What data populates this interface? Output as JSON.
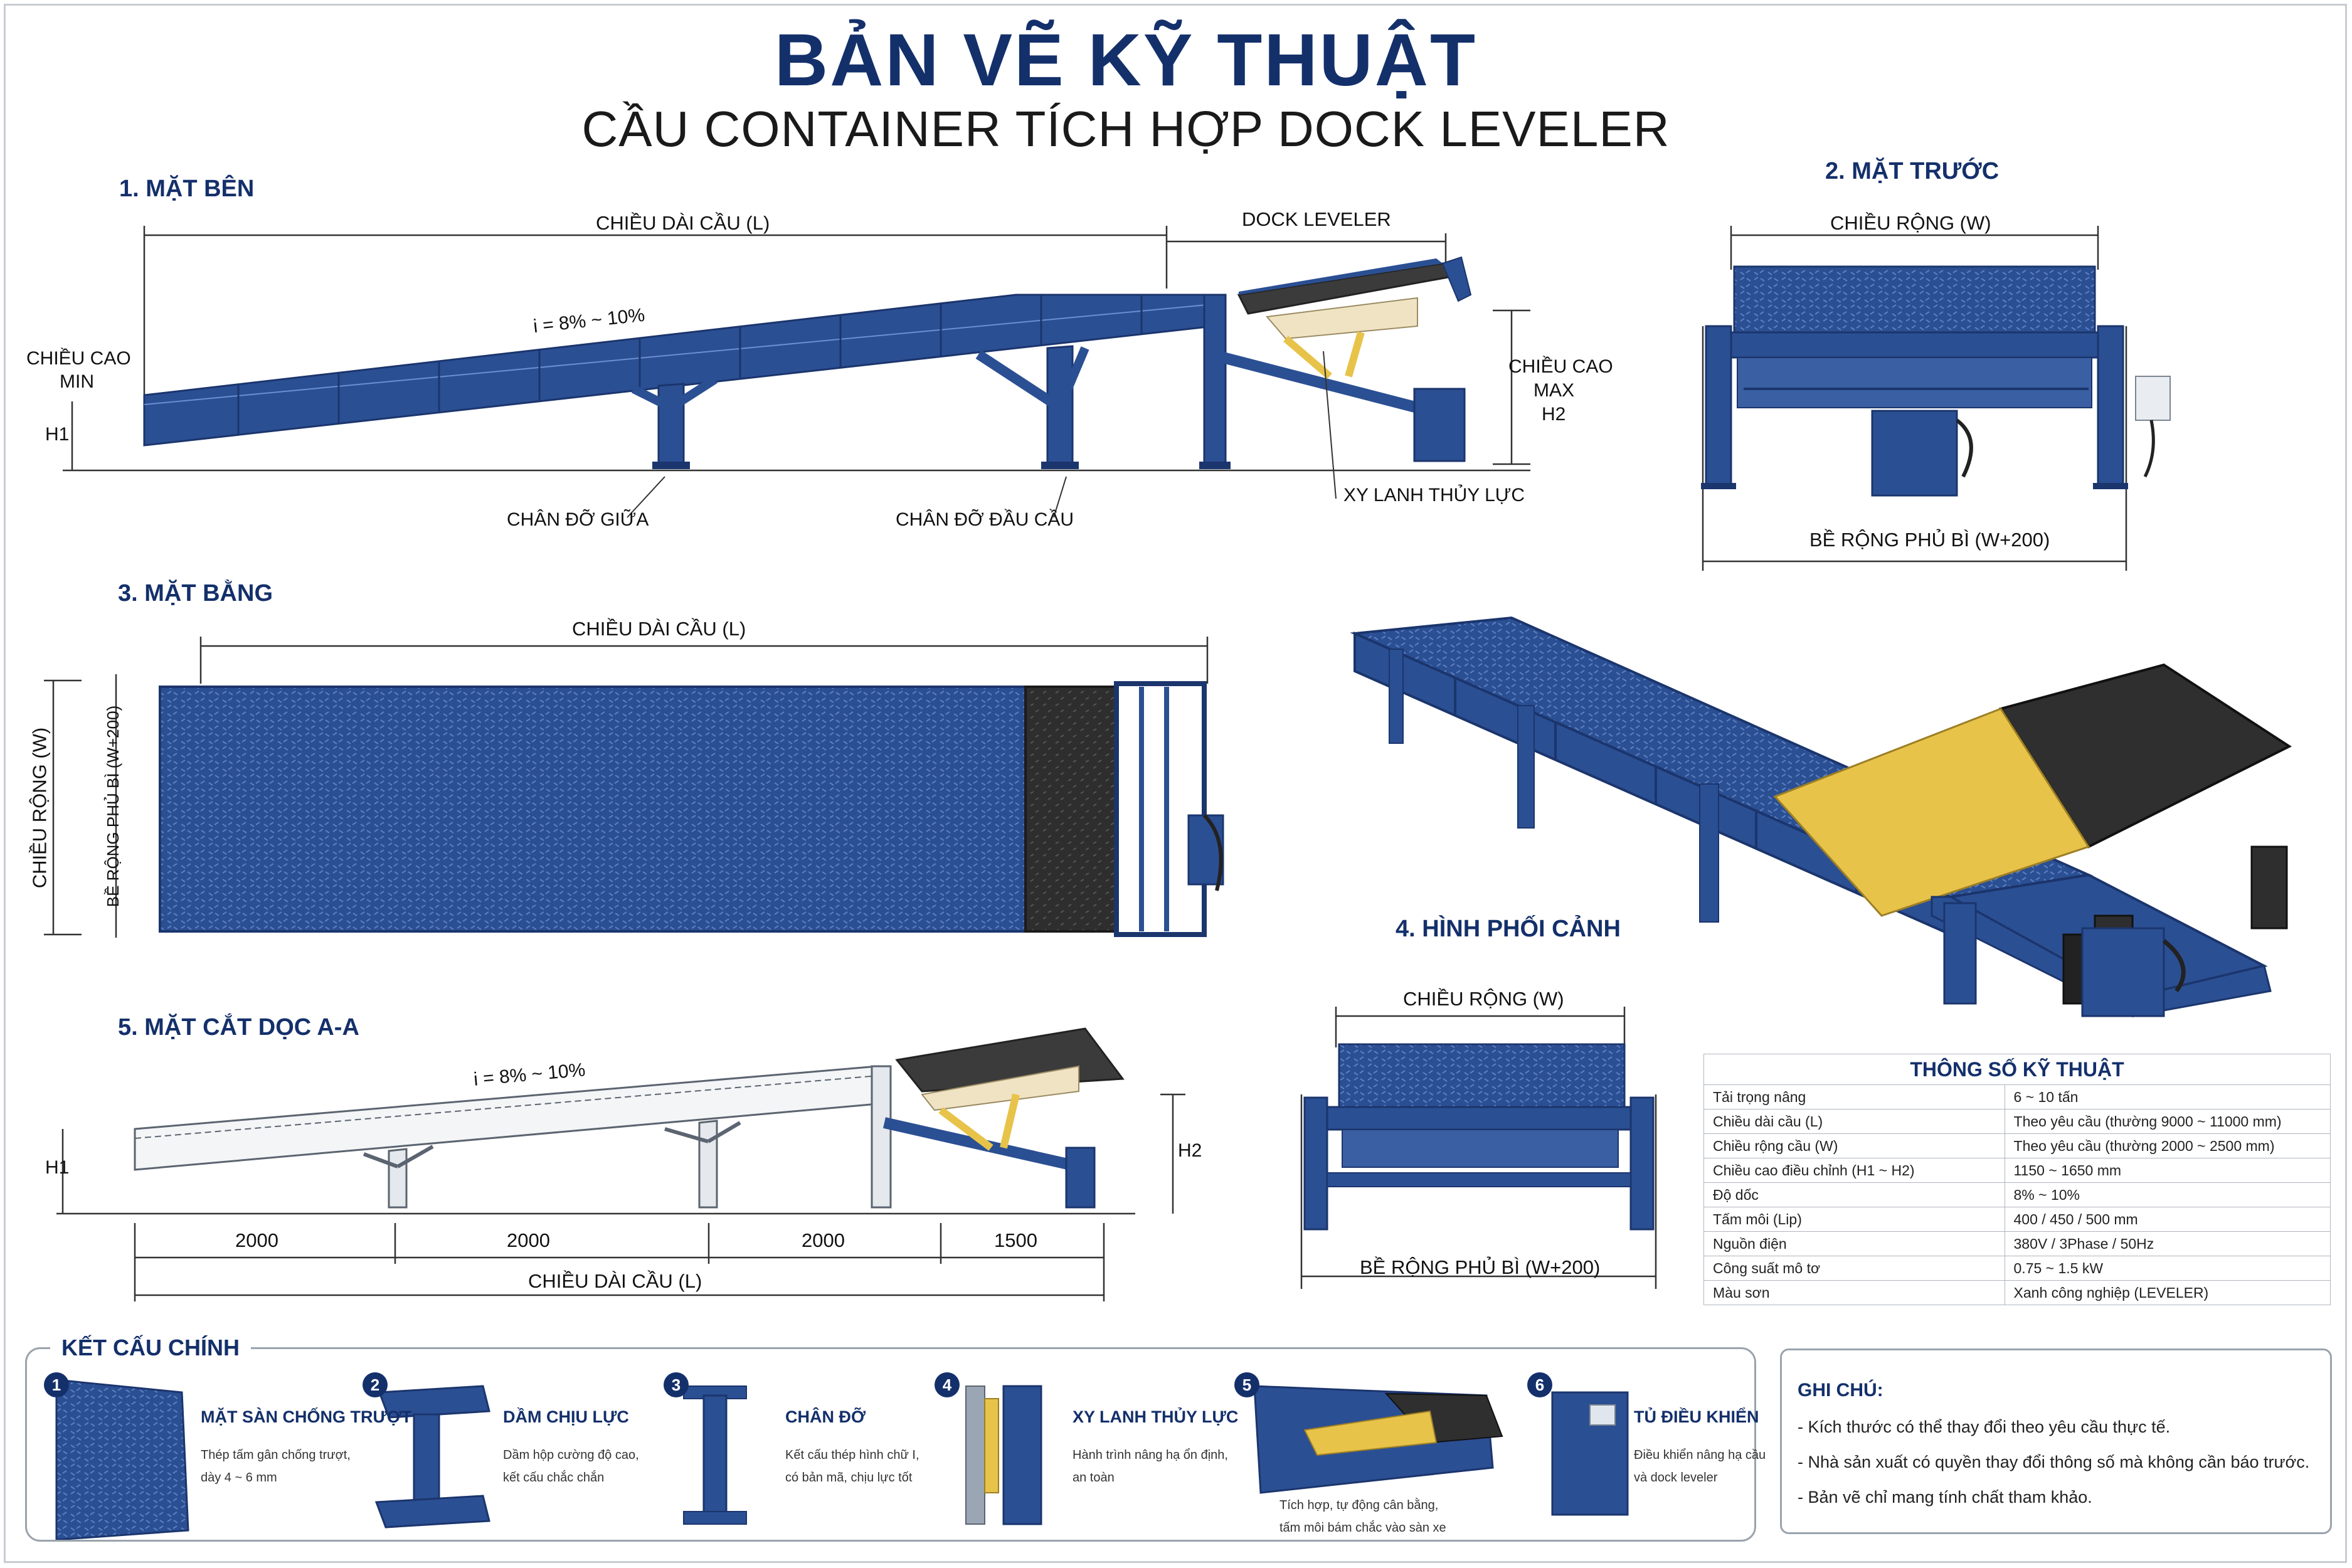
{
  "header": {
    "title": "BẢN VẼ KỸ THUẬT",
    "subtitle": "CẦU CONTAINER TÍCH HỢP DOCK LEVELER"
  },
  "colors": {
    "steel_blue": "#2b4f93",
    "deep_blue": "#14306b",
    "lip_black": "#2a2a2a",
    "cylinder_yellow": "#e8c34a",
    "plate_cream": "#efe3c4"
  },
  "side_view": {
    "heading": "1. MẶT BÊN",
    "length_label": "CHIỀU DÀI CẦU (L)",
    "dock_label": "DOCK LEVELER",
    "slope_label": "i = 8% ~ 10%",
    "min_height_label_1": "CHIỀU CAO",
    "min_height_label_2": "MIN",
    "h1_label": "H1",
    "max_height_label_1": "CHIỀU CAO",
    "max_height_label_2": "MAX",
    "h2_label": "H2",
    "mid_support_label": "CHÂN ĐỠ GIỮA",
    "end_support_label": "CHÂN ĐỠ ĐẦU CẦU",
    "cylinder_label": "XY LANH THỦY LỰC"
  },
  "front_view": {
    "heading": "2. MẶT TRƯỚC",
    "width_label": "CHIỀU RỘNG (W)",
    "overall_width_label": "BỀ RỘNG PHỦ BÌ (W+200)"
  },
  "plan_view": {
    "heading": "3. MẶT BẰNG",
    "length_label": "CHIỀU DÀI CẦU (L)",
    "width_label": "CHIỀU RỘNG (W)",
    "overall_width_label": "BỀ RỘNG PHỦ BÌ (W+200)"
  },
  "perspective_view": {
    "heading": "4. HÌNH PHỐI CẢNH",
    "width_label": "CHIỀU RỘNG (W)",
    "overall_width_label": "BỀ RỘNG PHỦ BÌ (W+200)"
  },
  "section_view": {
    "heading": "5. MẶT CẮT DỌC A-A",
    "slope_label": "i = 8% ~ 10%",
    "h1_label": "H1",
    "h2_label": "H2",
    "spans": [
      "2000",
      "2000",
      "2000",
      "1500"
    ],
    "length_label": "CHIỀU DÀI CẦU (L)"
  },
  "specs": {
    "title": "THÔNG SỐ KỸ THUẬT",
    "rows": [
      {
        "name": "Tải trọng nâng",
        "value": "6 ~ 10 tấn"
      },
      {
        "name": "Chiều dài cầu (L)",
        "value": "Theo yêu cầu (thường 9000 ~ 11000 mm)"
      },
      {
        "name": "Chiều rộng cầu (W)",
        "value": "Theo yêu cầu (thường 2000 ~ 2500 mm)"
      },
      {
        "name": "Chiều cao điều chỉnh (H1 ~ H2)",
        "value": "1150 ~ 1650 mm"
      },
      {
        "name": "Độ dốc",
        "value": "8% ~ 10%"
      },
      {
        "name": "Tấm môi (Lip)",
        "value": "400 / 450 / 500 mm"
      },
      {
        "name": "Nguồn điện",
        "value": "380V / 3Phase / 50Hz"
      },
      {
        "name": "Công suất mô tơ",
        "value": "0.75 ~ 1.5 kW"
      },
      {
        "name": "Màu sơn",
        "value": "Xanh công nghiệp (LEVELER)"
      }
    ]
  },
  "components": {
    "heading": "KẾT CẤU CHÍNH",
    "items": [
      {
        "num": "1",
        "title": "MẶT SÀN CHỐNG TRƯỢT",
        "desc_1": "Thép tấm gân chống trượt,",
        "desc_2": "dày 4 ~ 6 mm",
        "icon": "checker-plate-icon"
      },
      {
        "num": "2",
        "title": "DẦM CHỊU LỰC",
        "desc_1": "Dầm hộp cường độ cao,",
        "desc_2": "kết cấu chắc chắn",
        "icon": "i-beam-icon"
      },
      {
        "num": "3",
        "title": "CHÂN ĐỠ",
        "desc_1": "Kết cấu thép hình chữ I,",
        "desc_2": "có bản mã, chịu lực tốt",
        "icon": "support-leg-icon"
      },
      {
        "num": "4",
        "title": "XY LANH THỦY LỰC",
        "desc_1": "Hành trình nâng hạ ổn định,",
        "desc_2": "an toàn",
        "icon": "hydraulic-cylinder-icon"
      },
      {
        "num": "5",
        "title": "",
        "desc_1": "Tích hợp, tự động cân bằng,",
        "desc_2": "tấm môi bám chắc vào sàn xe",
        "icon": "dock-leveler-icon"
      },
      {
        "num": "6",
        "title": "TỦ ĐIỀU KHIỂN",
        "desc_1": "Điều khiển nâng hạ cầu",
        "desc_2": "và dock leveler",
        "icon": "control-cabinet-icon"
      }
    ]
  },
  "notes": {
    "title": "GHI CHÚ:",
    "items": [
      "- Kích thước có thể thay đổi theo yêu cầu thực tế.",
      "- Nhà sản xuất có quyền thay đổi thông số mà không cần báo trước.",
      "- Bản vẽ chỉ mang tính chất tham khảo."
    ]
  }
}
